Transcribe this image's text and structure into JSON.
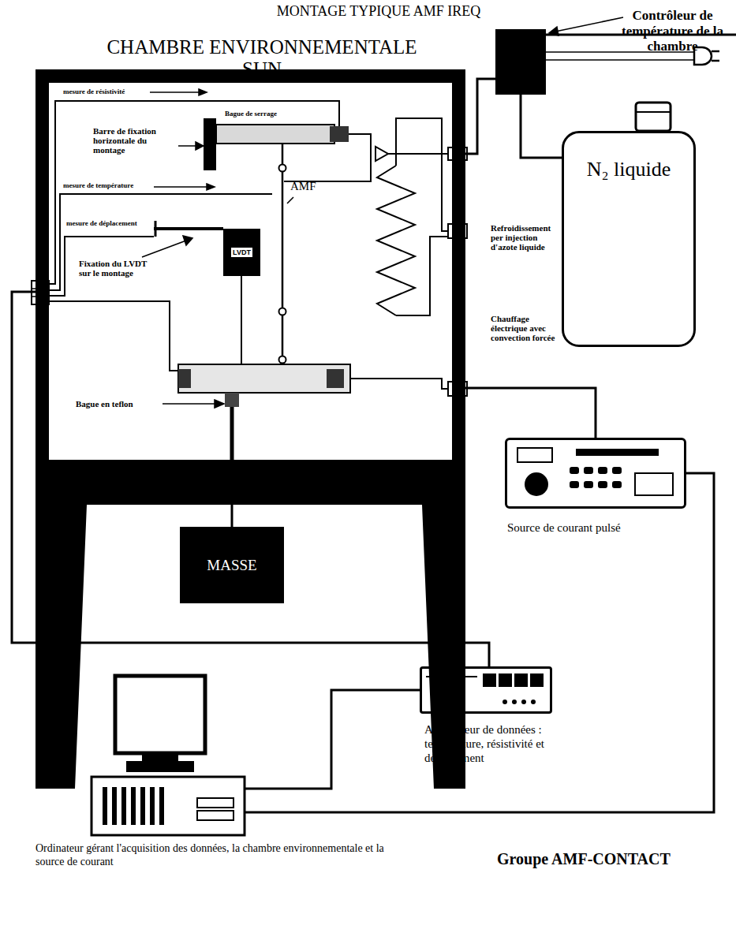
{
  "diagram": {
    "nodes": [
      {
        "text": [
          "CHAMBRE ENVIRONNEMENTALE SUN"
        ]
      },
      {
        "text": [
          "LVDT"
        ],
        "in": 0
      },
      {
        "text": [
          "Contrôleur de température de la chambre"
        ]
      },
      {
        "text": [
          "N₂ liquide"
        ]
      },
      {
        "text": [
          "MASSE"
        ]
      },
      {
        "text": [
          "Source de courant pulsé"
        ]
      },
      {
        "text": [
          "Acquisiteur de données : température, résistivité et déplacement"
        ]
      },
      {
        "text": [
          "Ordinateur gérant l'acquisition des données, la chambre environnementale et la source de courant"
        ]
      }
    ],
    "edges": [
      {
        "from": 2,
        "to": 0,
        "arrow": "none"
      },
      {
        "from": 3,
        "to": 2,
        "arrow": "none"
      },
      {
        "from": 0,
        "to": 5,
        "arrow": "none"
      },
      {
        "from": 5,
        "to": 7,
        "arrow": "none"
      },
      {
        "from": 0,
        "to": 6,
        "arrow": "none"
      },
      {
        "from": 6,
        "to": 7,
        "arrow": "none"
      },
      {
        "from": 4,
        "to": 0,
        "arrow": "none"
      }
    ],
    "labels": [
      "MONTAGE TYPIQUE AMF IREQ",
      "mesure de résistivité",
      "Bague de serrage",
      "Barre de fixation horizontale du montage",
      "AMF",
      "mesure de température",
      "mesure de déplacement",
      "Fixation du LVDT sur le montage",
      "Bague en teflon",
      "Refroidissement per injection d'azote liquide",
      "Chauffage électrique avec convection forcée",
      "Groupe AMF-CONTACT"
    ]
  }
}
